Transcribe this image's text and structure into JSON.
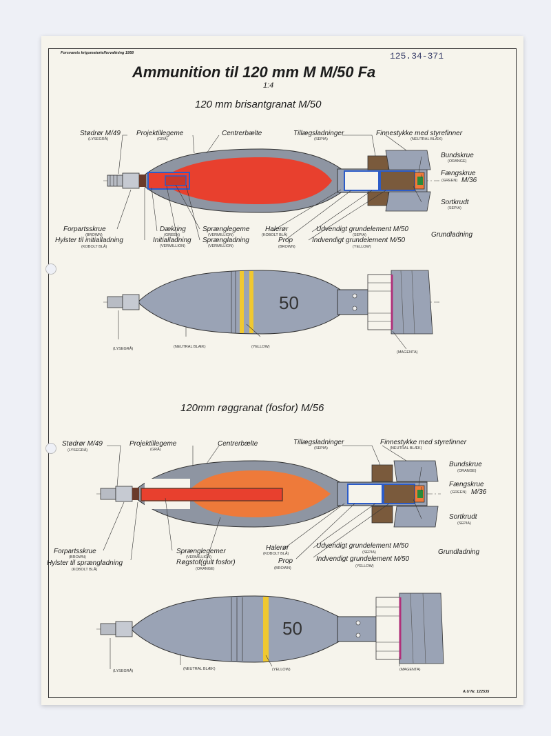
{
  "document": {
    "issuer": "Forsvarets krigsmaterielforvaltning 1958",
    "catalog_number": "125.34-371",
    "title": "Ammunition til 120 mm M M/50 Fa",
    "scale": "1:4",
    "footer": "A.U Nr. 122535"
  },
  "sections": [
    {
      "title": "120 mm brisantgranat M/50",
      "labels": {
        "stodror": "Stødrør M/49",
        "stodror_c": "(LYSEGRÅ)",
        "projektil": "Projektillegeme",
        "projektil_c": "(GRÅ)",
        "centrer": "Centrerbælte",
        "tillaeg": "Tillægsladninger",
        "tillaeg_c": "(SEPIA)",
        "finne": "Finnestykke med styrefinner",
        "finne_c": "(NEUTRAL BLÆK)",
        "bundskrue": "Bundskrue",
        "bundskrue_c": "(ORANGE)",
        "faeng": "Fængskrue",
        "faeng_c": "(GREEN)",
        "faeng_m": "M/36",
        "sortkrudt": "Sortkrudt",
        "sortkrudt_c": "(SEPIA)",
        "forparts": "Forpartsskrue",
        "forparts_c": "(BROWN)",
        "hylster": "Hylster til initialladning",
        "hylster_c": "(KOBOLT BLÅ)",
        "daekring": "Dækring",
        "daekring_c": "(GREEN)",
        "initial": "Initialladning",
        "initial_c": "(VERMILLION)",
        "spraenglegeme": "Sprænglegeme",
        "spraenglegeme_c": "(VERMILLION)",
        "spraengladning": "Sprængladning",
        "spraengladning_c": "(VERMILLION)",
        "halerør": "Halerør",
        "halerør_c": "(KOBOLT BLÅ)",
        "prop": "Prop",
        "prop_c": "(BROWN)",
        "udv": "Udvendigt grundelement M/50",
        "udv_c": "(SEPIA)",
        "indv": "Indvendigt grundelement M/50",
        "indv_c": "(YELLOW)",
        "grund": "Grundladning"
      },
      "exterior": {
        "marking": "50",
        "labels": {
          "fuze": "(LYSEGRÅ)",
          "body": "(NEUTRAL BLÆK)",
          "band": "(YELLOW)",
          "fins": "(MAGENTA)"
        }
      }
    },
    {
      "title": "120mm røggranat (fosfor) M/56",
      "labels": {
        "stodror": "Stødrør M/49",
        "stodror_c": "(LYSEGRÅ)",
        "projektil": "Projektillegeme",
        "projektil_c": "(GRÅ)",
        "centrer": "Centrerbælte",
        "tillaeg": "Tillægsladninger",
        "tillaeg_c": "(SEPIA)",
        "finne": "Finnestykke med styrefinner",
        "finne_c": "(NEUTRAL BLÆK)",
        "bundskrue": "Bundskrue",
        "bundskrue_c": "(ORANGE)",
        "faeng": "Fængskrue",
        "faeng_c": "(GREEN)",
        "faeng_m": "M/36",
        "sortkrudt": "Sortkrudt",
        "sortkrudt_c": "(SEPIA)",
        "forparts": "Forpartsskrue",
        "forparts_c": "(BROWN)",
        "hylster": "Hylster til sprængladning",
        "hylster_c": "(KOBOLT BLÅ)",
        "spraenglegeme": "Sprænglegemer",
        "spraenglegeme_c": "(VERMILLION)",
        "rogstof": "Røgstof(gult fosfor)",
        "rogstof_c": "(ORANGE)",
        "halerør": "Halerør",
        "halerør_c": "(KOBOLT BLÅ)",
        "prop": "Prop",
        "prop_c": "(BROWN)",
        "udv": "Udvendigt grundelement M/50",
        "udv_c": "(SEPIA)",
        "indv": "Indvendigt grundelement M/50",
        "indv_c": "(YELLOW)",
        "grund": "Grundladning"
      },
      "exterior": {
        "marking": "50",
        "labels": {
          "fuze": "(LYSEGRÅ)",
          "body": "(NEUTRAL BLÆK)",
          "band": "(YELLOW)",
          "fins": "(MAGENTA)"
        }
      }
    }
  ],
  "colors": {
    "paper": "#f6f4ec",
    "body_grey": "#9aa3b5",
    "wall_grey": "#8e95a2",
    "vermillion": "#e8402e",
    "orange": "#ee7a3a",
    "cobalt": "#2c5cc8",
    "yellow": "#f0c830",
    "magenta": "#b0307a",
    "sepia": "#7a5a3c",
    "brown": "#6a3a2a",
    "green": "#2a8a3a"
  }
}
